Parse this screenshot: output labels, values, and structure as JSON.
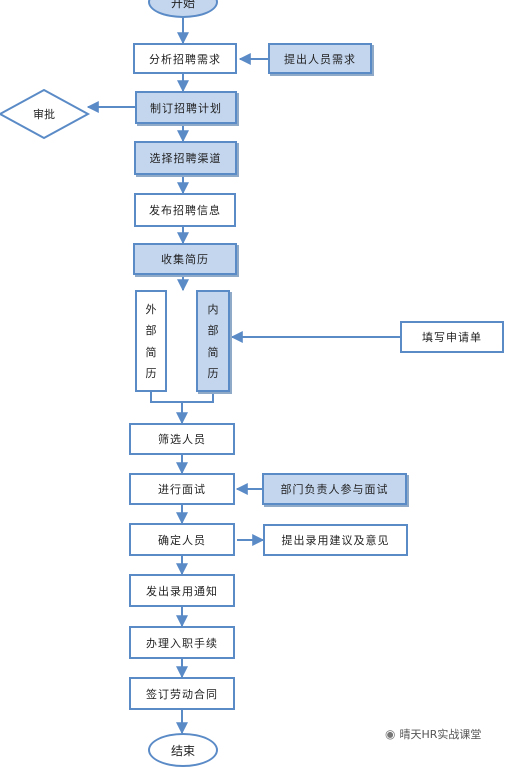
{
  "steps": {
    "start": "开始",
    "analyze": "分析招聘需求",
    "plan": "制订招聘计划",
    "channel": "选择招聘渠道",
    "publish": "发布招聘信息",
    "collect": "收集简历",
    "external": [
      "外",
      "部",
      "简",
      "历"
    ],
    "internal": [
      "内",
      "部",
      "简",
      "历"
    ],
    "screen": "筛选人员",
    "interview": "进行面试",
    "confirm": "确定人员",
    "offer": "发出录用通知",
    "onboard": "办理入职手续",
    "contract": "签订劳动合同",
    "end": "结束"
  },
  "side": {
    "request": "提出人员需求",
    "approve": "审批",
    "fill_form": "填写申请单",
    "dept_head": "部门负责人参与面试",
    "suggest": "提出录用建议及意见"
  },
  "watermark": {
    "icon": "wechat-icon",
    "text": "晴天HR实战课堂"
  },
  "colors": {
    "border": "#5b8bc7",
    "fill_blue": "#c4d6ee",
    "arrow": "#5b8bc7"
  }
}
